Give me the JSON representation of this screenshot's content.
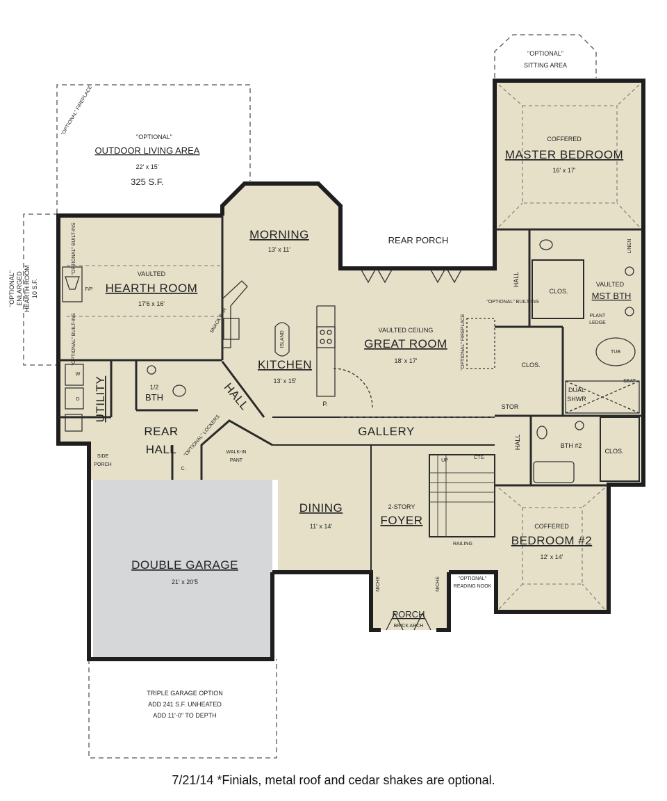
{
  "colors": {
    "floor": "#e6e0c9",
    "garage": "#d6d7d8",
    "wall": "#1e1e1e",
    "dashed": "#555555",
    "text": "#222222"
  },
  "outdoor_living": {
    "optional": "\"OPTIONAL\"",
    "title": "OUTDOOR LIVING AREA",
    "size": "22' x 15'",
    "area": "325 S.F.",
    "fireplace": "\"OPTIONAL\" FIREPLACE"
  },
  "sitting_area": {
    "optional": "\"OPTIONAL\"",
    "title": "SITTING AREA"
  },
  "enlarged_hearth": {
    "line1": "\"OPTIONAL\"",
    "line2": "ENLARGED",
    "line3": "HEARTH ROOM",
    "line4": "10 S.F."
  },
  "rooms": {
    "master_bedroom": {
      "note": "COFFERED",
      "name": "MASTER BEDROOM",
      "size": "16' x 17'"
    },
    "morning": {
      "name": "MORNING",
      "size": "13' x 11'"
    },
    "rear_porch": {
      "name": "REAR PORCH"
    },
    "hearth_room": {
      "note": "VAULTED",
      "name": "HEARTH ROOM",
      "size": "17'6 x 16'"
    },
    "great_room": {
      "note": "VAULTED CEILING",
      "name": "GREAT ROOM",
      "size": "18' x 17'"
    },
    "kitchen": {
      "name": "KITCHEN",
      "size": "13' x 15'"
    },
    "mst_bth": {
      "note": "VAULTED",
      "name": "MST BTH"
    },
    "utility": {
      "name": "UTILITY"
    },
    "half_bath": {
      "line1": "1/2",
      "line2": "BTH"
    },
    "rear_hall": {
      "line1": "REAR",
      "line2": "HALL"
    },
    "hall_diag": {
      "name": "HALL"
    },
    "gallery": {
      "name": "GALLERY"
    },
    "dining": {
      "name": "DINING",
      "size": "11' x 14'"
    },
    "foyer": {
      "note": "2-STORY",
      "name": "FOYER"
    },
    "double_garage": {
      "name": "DOUBLE GARAGE",
      "size": "21' x 20'5"
    },
    "bedroom2": {
      "note": "COFFERED",
      "name": "BEDROOM #2",
      "size": "12' x 14'"
    },
    "porch": {
      "name": "PORCH",
      "sub": "BRICK ARCH"
    },
    "bth2": {
      "name": "BTH #2"
    }
  },
  "small_labels": {
    "optional_builtins_top": "\"OPTIONAL\" BUILT-INS",
    "optional_builtins_bottom": "\"OPTIONAL\" BUILT-INS",
    "fp": "F/P",
    "snack_bar": "SNACK BAR",
    "island": "ISLAND",
    "pantry_p": "P.",
    "optional_fireplace_great": "\"OPTIONAL\" FIREPLACE",
    "hall_master": "HALL",
    "optional_builtins_master": "\"OPTIONAL\" BUILT-INS",
    "clos_1": "CLOS.",
    "clos_2": "CLOS.",
    "clos_3": "CLOS.",
    "plant_ledge_1": "PLANT",
    "plant_ledge_2": "LEDGE",
    "tub": "TUB",
    "seat": "SEAT",
    "dual_shwr_1": "DUAL",
    "dual_shwr_2": "SHWR",
    "linen": "LINEN",
    "stor": "STOR",
    "hall_bed2": "HALL",
    "side_porch_1": "SIDE",
    "side_porch_2": "PORCH",
    "c": "C.",
    "optional_lockers": "\"OPTIONAL\" LOCKERS",
    "walkin_1": "WALK-IN",
    "walkin_2": "PANT",
    "cts": "CTS.",
    "up": "UP",
    "railing": "RAILING",
    "niche_left": "NICHE",
    "niche_right": "NICHE",
    "reading_nook_1": "\"OPTIONAL\"",
    "reading_nook_2": "READING NOOK",
    "w": "W",
    "d": "D"
  },
  "triple_garage": {
    "line1": "TRIPLE GARAGE OPTION",
    "line2": "ADD 241 S.F. UNHEATED",
    "line3": "ADD 11'-0\" TO DEPTH"
  },
  "footer_note": "7/21/14 *Finials, metal roof and cedar shakes  are optional."
}
